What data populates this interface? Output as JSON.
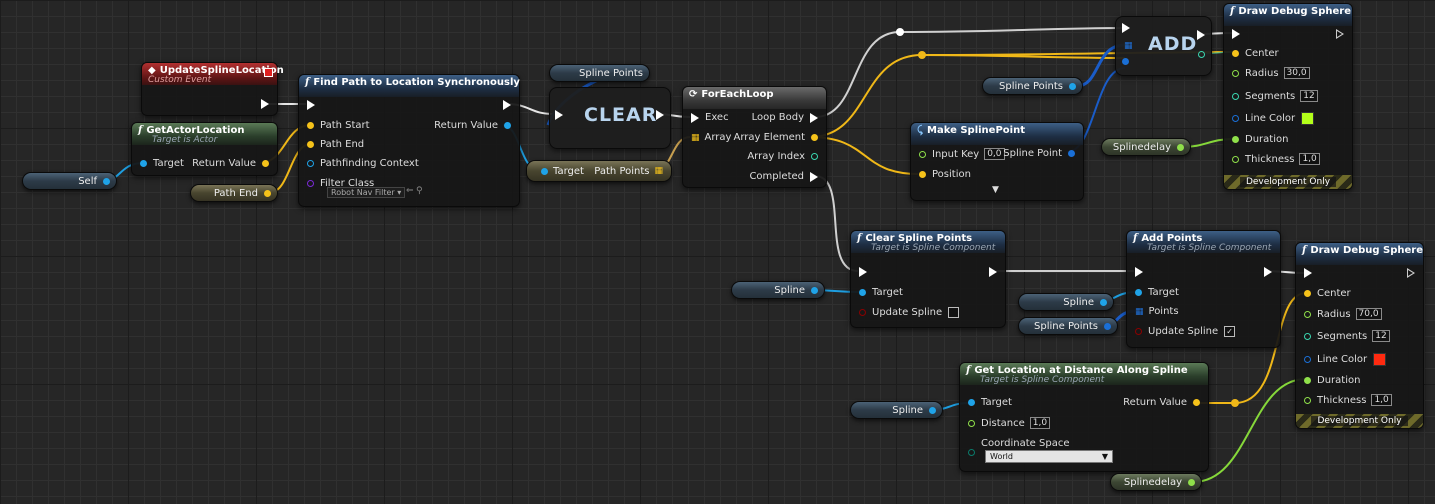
{
  "nodes": {
    "update_spline": {
      "title": "UpdateSplineLocation",
      "subtitle": "Custom Event"
    },
    "get_actor_location": {
      "title": "GetActorLocation",
      "subtitle": "Target is Actor",
      "pin_target": "Target",
      "pin_return": "Return Value"
    },
    "find_path": {
      "title": "Find Path to Location Synchronously",
      "pin_start": "Path Start",
      "pin_end": "Path End",
      "pin_context": "Pathfinding Context",
      "pin_filter": "Filter Class",
      "filter_value": "Robot Nav Filter",
      "pin_return": "Return Value"
    },
    "clear_macro": {
      "label": "CLEAR"
    },
    "path_points_break": {
      "pin_target": "Target",
      "pin_points": "Path Points"
    },
    "foreach": {
      "title": "ForEachLoop",
      "pin_exec": "Exec",
      "pin_array": "Array",
      "pin_body": "Loop Body",
      "pin_element": "Array Element",
      "pin_index": "Array Index",
      "pin_completed": "Completed"
    },
    "add_macro": {
      "label": "ADD"
    },
    "make_spline_point": {
      "title": "Make SplinePoint",
      "pin_input_key": "Input Key",
      "input_key_value": "0,0",
      "pin_position": "Position",
      "pin_point": "Spline Point"
    },
    "draw_sphere_1": {
      "title": "Draw Debug Sphere",
      "pin_center": "Center",
      "pin_radius": "Radius",
      "radius": "30,0",
      "pin_segments": "Segments",
      "segments": "12",
      "pin_color": "Line Color",
      "color": "#b3ff1a",
      "pin_duration": "Duration",
      "pin_thickness": "Thickness",
      "thickness": "1,0",
      "footer": "Development Only"
    },
    "clear_spline_points": {
      "title": "Clear Spline Points",
      "subtitle": "Target is Spline Component",
      "pin_target": "Target",
      "pin_update": "Update Spline"
    },
    "add_points": {
      "title": "Add Points",
      "subtitle": "Target is Spline Component",
      "pin_target": "Target",
      "pin_points": "Points",
      "pin_update": "Update Spline"
    },
    "get_location": {
      "title": "Get Location at Distance Along Spline",
      "subtitle": "Target is Spline Component",
      "pin_target": "Target",
      "pin_distance": "Distance",
      "distance": "1,0",
      "pin_space": "Coordinate Space",
      "space": "World",
      "pin_return": "Return Value"
    },
    "draw_sphere_2": {
      "title": "Draw Debug Sphere",
      "pin_center": "Center",
      "pin_radius": "Radius",
      "radius": "70,0",
      "pin_segments": "Segments",
      "segments": "12",
      "pin_color": "Line Color",
      "color": "#ff2a10",
      "pin_duration": "Duration",
      "pin_thickness": "Thickness",
      "thickness": "1,0",
      "footer": "Development Only"
    }
  },
  "variables": {
    "self": "Self",
    "path_end": "Path End",
    "spline_points_top": "Spline Points",
    "spline_points_mid": "Spline Points",
    "splinedelay_1": "Splinedelay",
    "spline_1": "Spline",
    "spline_2": "Spline",
    "spline_points_low": "Spline Points",
    "spline_3": "Spline",
    "splinedelay_2": "Splinedelay"
  },
  "colors": {
    "exec": "#ffffff",
    "object": "#1fa3e8",
    "vector": "#f5c21a",
    "float": "#8fe04a",
    "struct": "#1a6fd6",
    "bool": "#8a0000"
  }
}
